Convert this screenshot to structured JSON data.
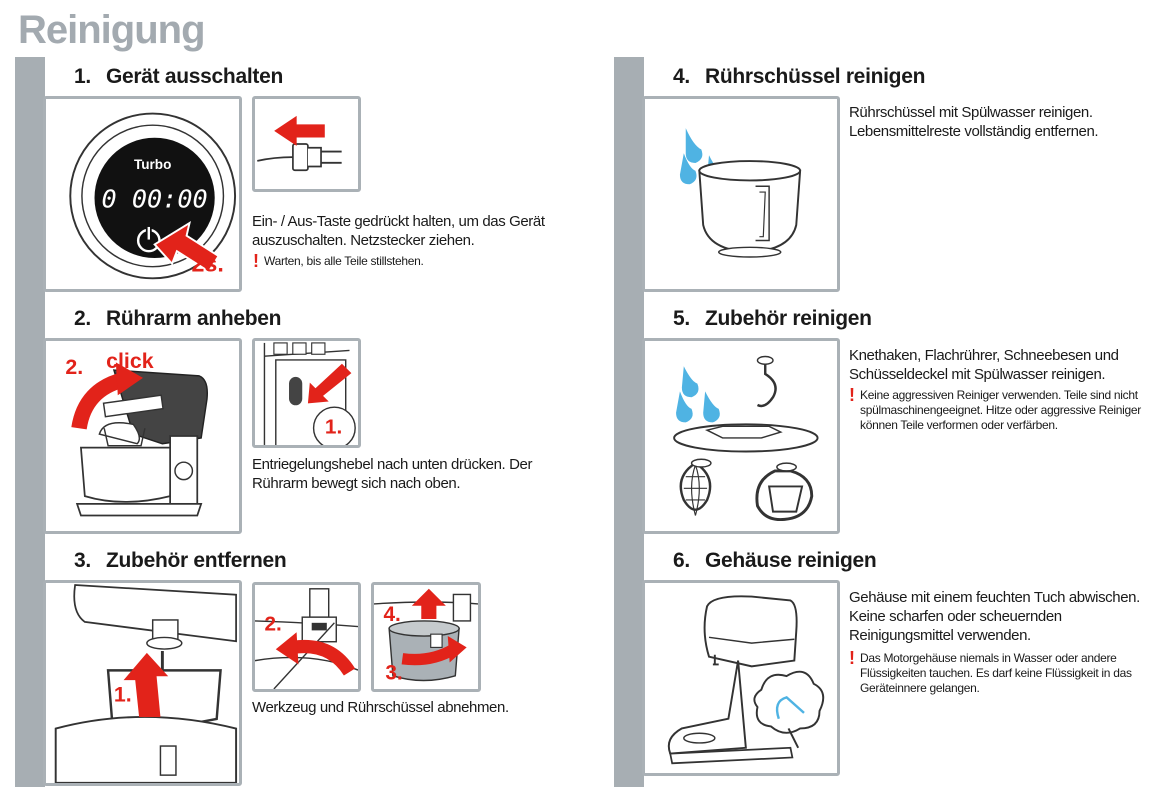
{
  "page": {
    "title": "Reinigung"
  },
  "steps": [
    {
      "num": "1.",
      "heading": "Gerät ausschalten",
      "text": "Ein- / Aus-Taste gedrückt halten, um das Gerät auszuschalten. Netzstecker ziehen.",
      "warning": "Warten, bis alle Teile stillstehen.",
      "display": {
        "mode": "Turbo",
        "time": "0 00:00",
        "hold": "2s."
      }
    },
    {
      "num": "2.",
      "heading": "Rührarm anheben",
      "text": "Entriegelungshebel nach unten drücken. Der Rührarm bewegt sich nach oben.",
      "label_a": "2.",
      "label_click": "click",
      "label_b": "1."
    },
    {
      "num": "3.",
      "heading": "Zubehör entfernen",
      "text": "Werkzeug und Rührschüssel abnehmen.",
      "label_1": "1.",
      "label_2": "2.",
      "label_3": "3.",
      "label_4": "4."
    },
    {
      "num": "4.",
      "heading": "Rührschüssel reinigen",
      "text": "Rührschüssel mit Spülwasser reinigen. Lebensmittelreste vollständig entfernen."
    },
    {
      "num": "5.",
      "heading": "Zubehör reinigen",
      "text": "Knethaken, Flachrührer, Schneebesen und Schüsseldeckel mit Spülwasser reinigen.",
      "warning": "Keine aggressiven Reiniger verwenden. Teile sind nicht spülmaschinengeeignet. Hitze oder aggressive Reiniger können Teile verformen oder verfärben."
    },
    {
      "num": "6.",
      "heading": "Gehäuse reinigen",
      "text": "Gehäuse mit einem feuchten Tuch abwischen. Keine scharfen oder scheuernden Reinigungsmittel verwenden.",
      "warning": "Das Motorgehäuse niemals in Wasser oder andere Flüssigkeiten tauchen. Es darf keine Flüssigkeit in das Geräteinnere gelangen."
    }
  ],
  "warning_mark": "!",
  "colors": {
    "accent": "#e2231a",
    "sidebar": "#a7aeb3",
    "water": "#4fb3e3",
    "title": "#a3aab0"
  }
}
